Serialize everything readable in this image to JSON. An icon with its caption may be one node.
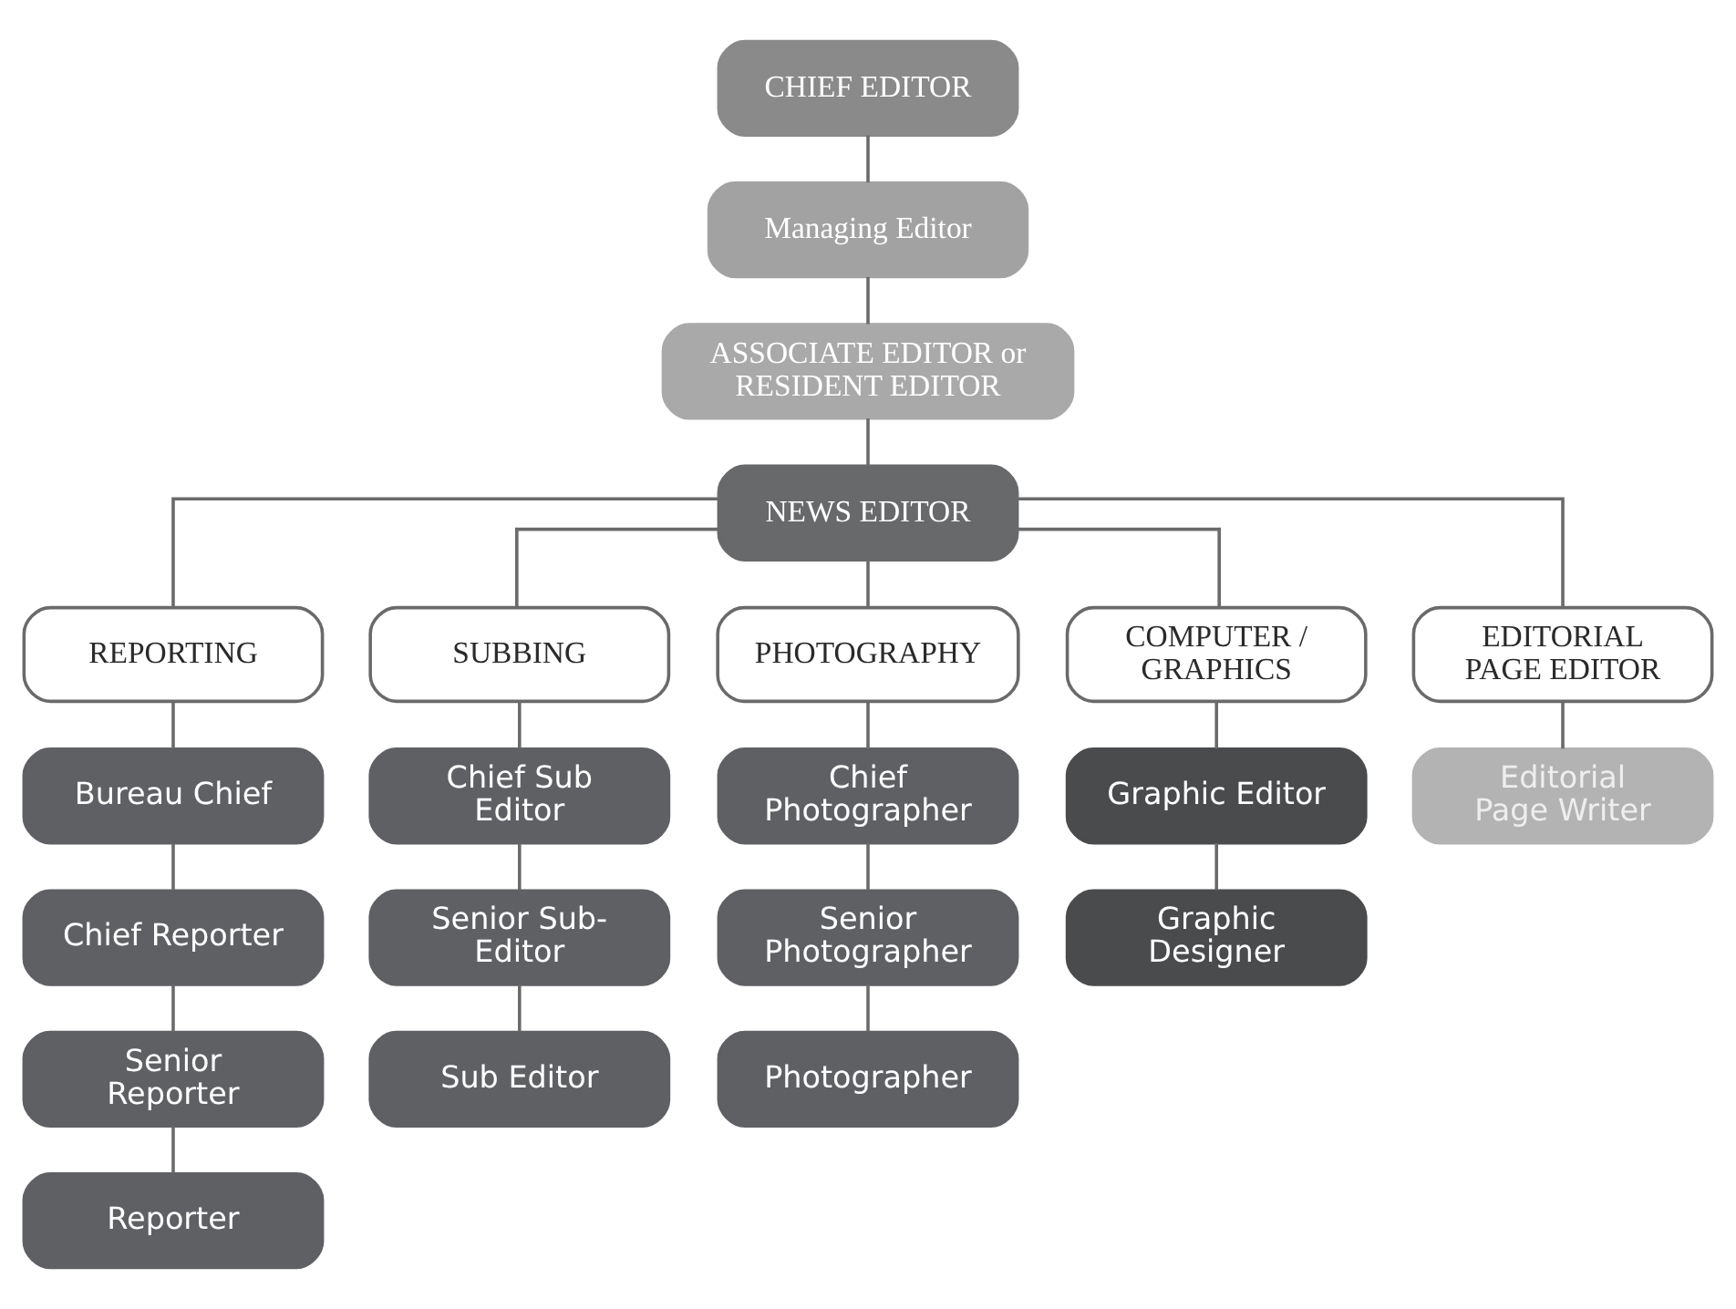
{
  "diagram": {
    "nodes": [
      {
        "text": [
          "CHIEF EDITOR"
        ]
      },
      {
        "text": [
          "Managing Editor"
        ]
      },
      {
        "text": [
          "ASSOCIATE EDITOR or RESIDENT EDITOR"
        ]
      },
      {
        "text": [
          "NEWS EDITOR"
        ]
      },
      {
        "text": [
          "REPORTING"
        ]
      },
      {
        "text": [
          "SUBBING"
        ]
      },
      {
        "text": [
          "PHOTOGRAPHY"
        ]
      },
      {
        "text": [
          "COMPUTER / GRAPHICS"
        ]
      },
      {
        "text": [
          "EDITORIAL PAGE EDITOR"
        ]
      },
      {
        "text": [
          "Bureau Chief"
        ]
      },
      {
        "text": [
          "Chief Reporter"
        ]
      },
      {
        "text": [
          "Senior Reporter"
        ]
      },
      {
        "text": [
          "Reporter"
        ]
      },
      {
        "text": [
          "Chief Sub Editor"
        ]
      },
      {
        "text": [
          "Senior Sub-Editor"
        ]
      },
      {
        "text": [
          "Sub Editor"
        ]
      },
      {
        "text": [
          "Chief Photographer"
        ]
      },
      {
        "text": [
          "Senior Photographer"
        ]
      },
      {
        "text": [
          "Photographer"
        ]
      },
      {
        "text": [
          "Graphic Editor"
        ]
      },
      {
        "text": [
          "Graphic Designer"
        ]
      },
      {
        "text": [
          "Editorial Page Writer"
        ]
      }
    ],
    "edges": [
      {
        "from": 0,
        "to": 1,
        "arrow": "none"
      },
      {
        "from": 1,
        "to": 2,
        "arrow": "none"
      },
      {
        "from": 2,
        "to": 3,
        "arrow": "none"
      },
      {
        "from": 3,
        "to": 4,
        "arrow": "none"
      },
      {
        "from": 3,
        "to": 5,
        "arrow": "none"
      },
      {
        "from": 3,
        "to": 6,
        "arrow": "none"
      },
      {
        "from": 3,
        "to": 7,
        "arrow": "none"
      },
      {
        "from": 3,
        "to": 8,
        "arrow": "none"
      },
      {
        "from": 4,
        "to": 9,
        "arrow": "none"
      },
      {
        "from": 9,
        "to": 10,
        "arrow": "none"
      },
      {
        "from": 10,
        "to": 11,
        "arrow": "none"
      },
      {
        "from": 11,
        "to": 12,
        "arrow": "none"
      },
      {
        "from": 5,
        "to": 13,
        "arrow": "none"
      },
      {
        "from": 13,
        "to": 14,
        "arrow": "none"
      },
      {
        "from": 14,
        "to": 15,
        "arrow": "none"
      },
      {
        "from": 6,
        "to": 16,
        "arrow": "none"
      },
      {
        "from": 16,
        "to": 17,
        "arrow": "none"
      },
      {
        "from": 17,
        "to": 18,
        "arrow": "none"
      },
      {
        "from": 7,
        "to": 19,
        "arrow": "none"
      },
      {
        "from": 19,
        "to": 20,
        "arrow": "none"
      },
      {
        "from": 8,
        "to": 21,
        "arrow": "none"
      }
    ]
  }
}
